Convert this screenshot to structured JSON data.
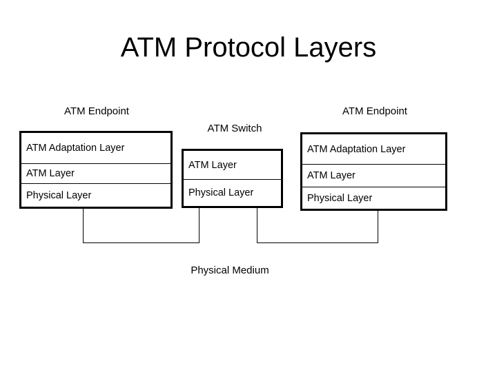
{
  "slide": {
    "title": "ATM Protocol Layers",
    "background_color": "#ffffff",
    "line_color": "#000000"
  },
  "nodes": {
    "left_endpoint": {
      "caption": "ATM Endpoint",
      "layers": [
        {
          "label": "ATM Adaptation Layer"
        },
        {
          "label": "ATM Layer"
        },
        {
          "label": "Physical Layer"
        }
      ]
    },
    "switch": {
      "caption": "ATM Switch",
      "layers": [
        {
          "label": "ATM Layer"
        },
        {
          "label": "Physical Layer"
        }
      ]
    },
    "right_endpoint": {
      "caption": "ATM Endpoint",
      "layers": [
        {
          "label": "ATM Adaptation Layer"
        },
        {
          "label": "ATM Layer"
        },
        {
          "label": "Physical Layer"
        }
      ]
    }
  },
  "medium": {
    "caption": "Physical Medium"
  }
}
